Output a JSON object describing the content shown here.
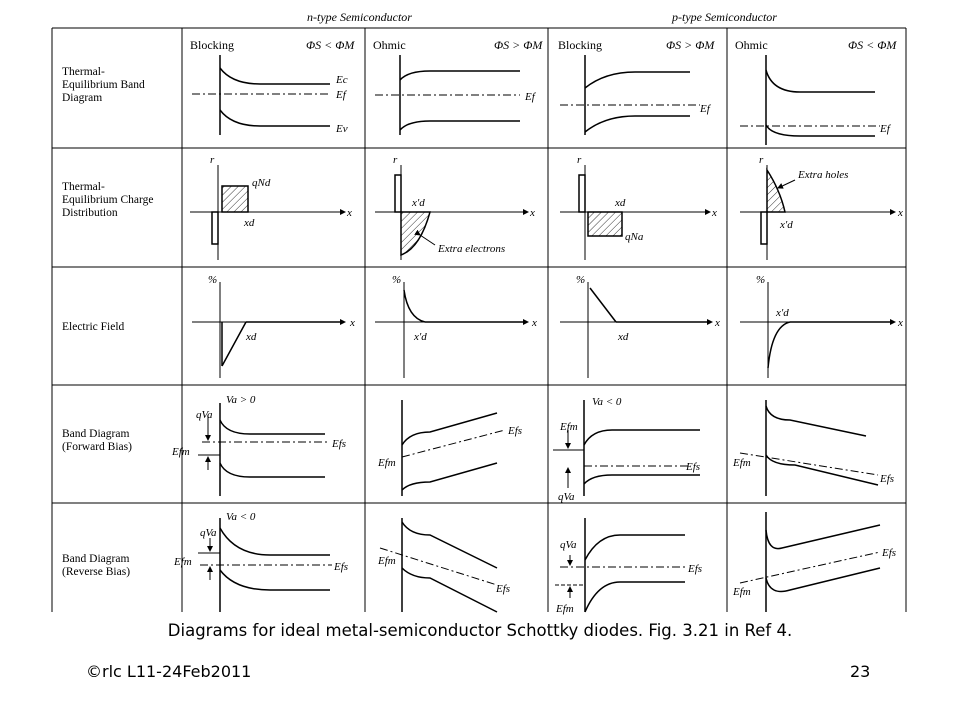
{
  "headers": {
    "n_type": "n-type Semiconductor",
    "p_type": "p-type Semiconductor"
  },
  "columns": [
    {
      "type": "Blocking",
      "condition": "ΦS < ΦM"
    },
    {
      "type": "Ohmic",
      "condition": "ΦS > ΦM"
    },
    {
      "type": "Blocking",
      "condition": "ΦS > ΦM"
    },
    {
      "type": "Ohmic",
      "condition": "ΦS < ΦM"
    }
  ],
  "rows": [
    {
      "label": "Thermal- Equilibrium Band Diagram"
    },
    {
      "label": "Thermal- Equilibrium Charge Distribution"
    },
    {
      "label": "Electric Field"
    },
    {
      "label": "Band Diagram (Forward Bias)"
    },
    {
      "label": "Band Diagram (Reverse Bias)"
    }
  ],
  "labels": {
    "Ec": "Ec",
    "Ef": "Ef",
    "Ev": "Ev",
    "Efs": "Efs",
    "Efm": "Efm",
    "x": "x",
    "xd": "xd",
    "xpd": "x′d",
    "qNd": "qNd",
    "qNa": "qNa",
    "extra_holes": "Extra holes",
    "extra_electrons": "Extra electrons",
    "rho": "r",
    "field": "%",
    "va_pos": "Va > 0",
    "va_neg": "Va < 0",
    "qva": "qVa"
  },
  "caption": "Diagrams for ideal metal-semiconductor Schottky diodes. Fig. 3.21 in Ref 4.",
  "footer": {
    "left": "©rlc L11-24Feb2011",
    "right": "23"
  }
}
